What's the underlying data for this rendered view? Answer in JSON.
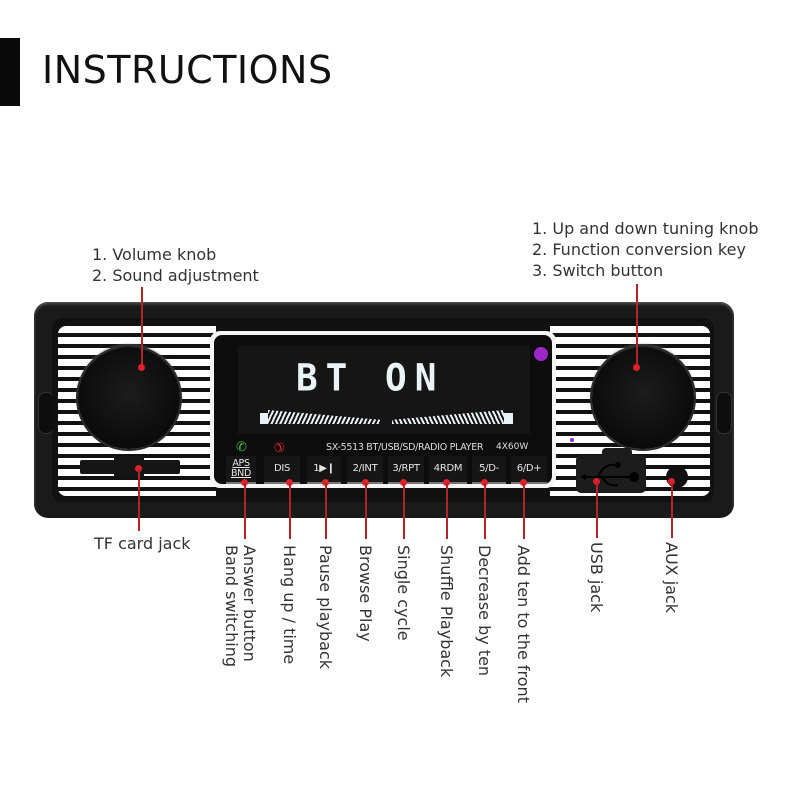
{
  "header": {
    "title": "INSTRUCTIONS"
  },
  "callouts": {
    "left_knob": [
      "1. Volume knob",
      "2. Sound adjustment"
    ],
    "right_knob": [
      "1. Up and down tuning knob",
      "2. Function conversion key",
      "3. Switch button"
    ]
  },
  "display": {
    "lcd_text": "BT ON",
    "model_text": "SX-5513  BT/USB/SD/RADIO PLAYER",
    "power_text": "4X60W"
  },
  "buttons": [
    {
      "label_top": "APS",
      "label_bottom": "BND",
      "annotation": [
        "Answer button",
        "Band switching"
      ]
    },
    {
      "label": "DIS",
      "annotation": [
        "Hang up / time"
      ]
    },
    {
      "label": "1▶❙",
      "annotation": [
        "Pause playback"
      ]
    },
    {
      "label": "2/INT",
      "annotation": [
        "Browse Play"
      ]
    },
    {
      "label": "3/RPT",
      "annotation": [
        "Single cycle"
      ]
    },
    {
      "label": "4RDM",
      "annotation": [
        "Shuffle Playback"
      ]
    },
    {
      "label": "5/D-",
      "annotation": [
        "Decrease by ten"
      ]
    },
    {
      "label": "6/D+",
      "annotation": [
        "Add ten to the front"
      ]
    }
  ],
  "ports": {
    "tf": "TF card jack",
    "usb": "USB jack",
    "aux": "AUX jack"
  },
  "icons": {
    "answer_phone": "✆",
    "hangup_phone": "✆"
  },
  "colors": {
    "leader_line": "#b3242a",
    "leader_dot": "#e0202a",
    "led_purple": "#9b27c9",
    "answer_green": "#3fbf3f",
    "hangup_red": "#e02a2a"
  }
}
